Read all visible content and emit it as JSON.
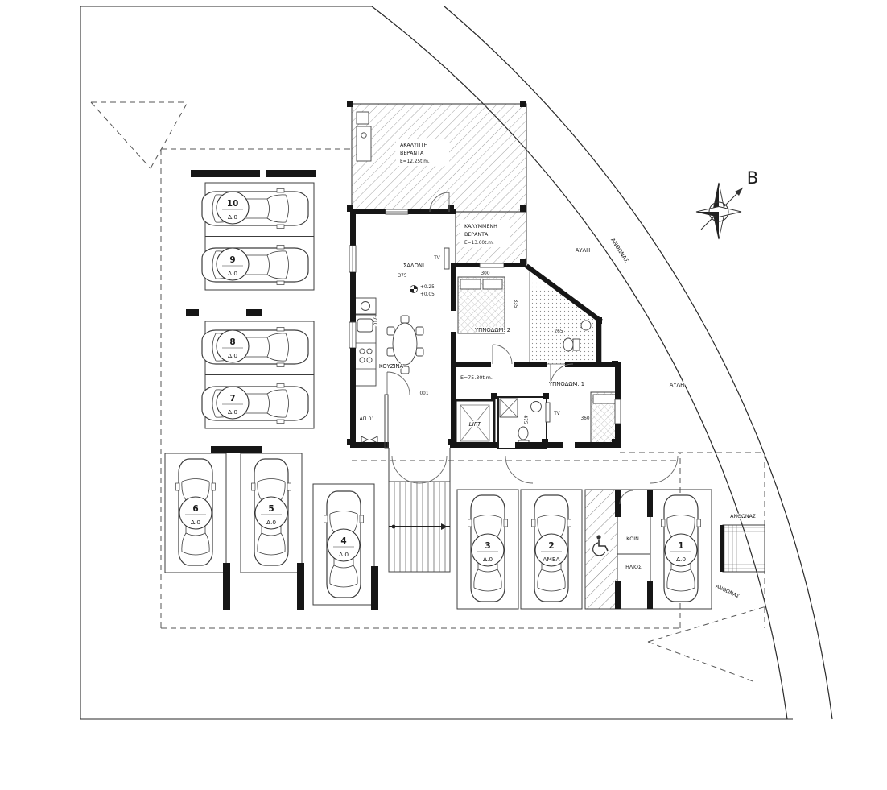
{
  "compass": {
    "label": "B"
  },
  "labels": {
    "uncovered_veranda_1": "ΑΚΑΛΥΠΤΗ",
    "uncovered_veranda_2": "ΒΕΡΑΝΤΑ",
    "uncovered_veranda_area": "E=12.25t.m.",
    "covered_veranda_1": "ΚΑΛΥΜΜΕΝΗ",
    "covered_veranda_2": "ΒΕΡΑΝΤΑ",
    "covered_veranda_area": "E=13.60t.m.",
    "living_room": "ΣΑΛΟΝΙ",
    "kitchen": "ΚΟΥΖΙΝΑ",
    "bedroom_2": "ΥΠΝΟΔΩΜ. 2",
    "bedroom_1": "ΥΠΝΟΔΩΜ. 1",
    "lift": "LIFT",
    "apartment_area": "E=75.30t.m.",
    "apartment_no": "ΑΠ.01",
    "door_no": "001",
    "yard_top": "ΑΥΛΗ",
    "yard_right": "ΑΥΛΗ",
    "utility_top": "ΚΟΙΝ.",
    "utility_bottom": "ΗΛΙΟΣ",
    "planter_curve": "ΑΝΘΩΝΑΣ",
    "planter_right": "ΑΝΘΩΝΑΣ",
    "planter_bottom": "ΑΝΘΩΝΑΣ",
    "tv_living": "TV",
    "tv_bedroom": "TV",
    "level_upper": "+0.25",
    "level_lower": "+0.05"
  },
  "dimensions": {
    "living": "375",
    "bedroom2_w": "300",
    "bedroom2_h": "335",
    "kitchen_h": "710",
    "bath": "265",
    "hall": "475",
    "bedroom1": "360"
  },
  "parking": [
    {
      "number": "10",
      "type": "Δ.0"
    },
    {
      "number": "9",
      "type": "Δ.0"
    },
    {
      "number": "8",
      "type": "Δ.0"
    },
    {
      "number": "7",
      "type": "Δ.0"
    },
    {
      "number": "6",
      "type": "Δ.0"
    },
    {
      "number": "5",
      "type": "Δ.0"
    },
    {
      "number": "4",
      "type": "Δ.0"
    },
    {
      "number": "3",
      "type": "Δ.0"
    },
    {
      "number": "2",
      "type": "ΑΜΕΑ"
    },
    {
      "number": "1",
      "type": "Δ.0"
    }
  ]
}
